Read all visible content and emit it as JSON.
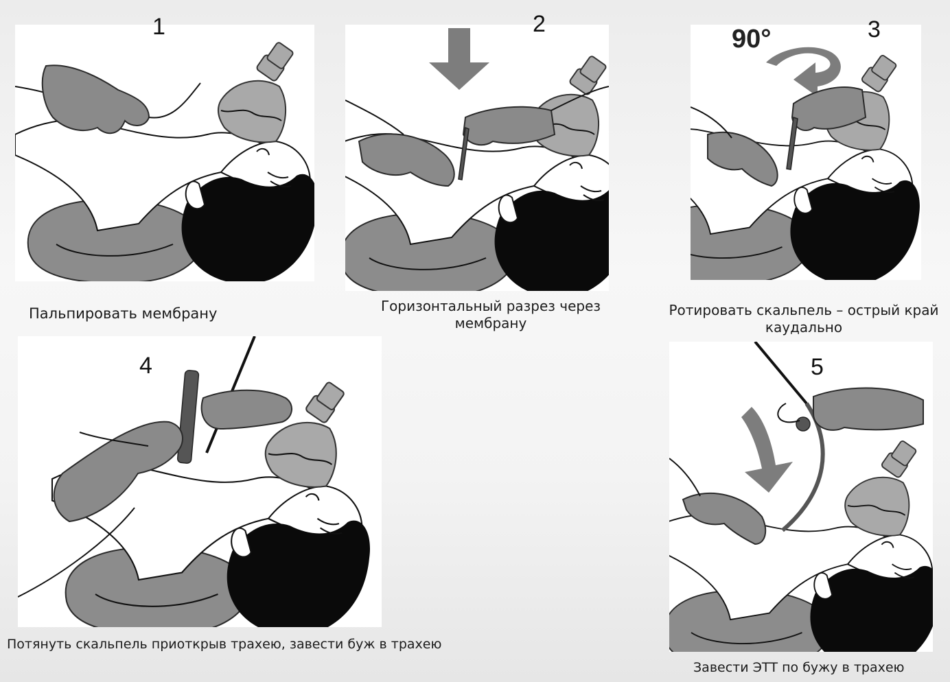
{
  "steps": [
    {
      "number": "1",
      "caption": "Пальпировать мембрану"
    },
    {
      "number": "2",
      "caption": "Горизонтальный разрез через мембрану"
    },
    {
      "number": "3",
      "caption": "Ротировать скальпель – острый край каудально",
      "rotation_label": "90°"
    },
    {
      "number": "4",
      "caption": "Потянуть скальпель приоткрыв трахею, завести буж в трахею"
    },
    {
      "number": "5",
      "caption": "Завести ЭТТ по бужу в трахею"
    }
  ]
}
